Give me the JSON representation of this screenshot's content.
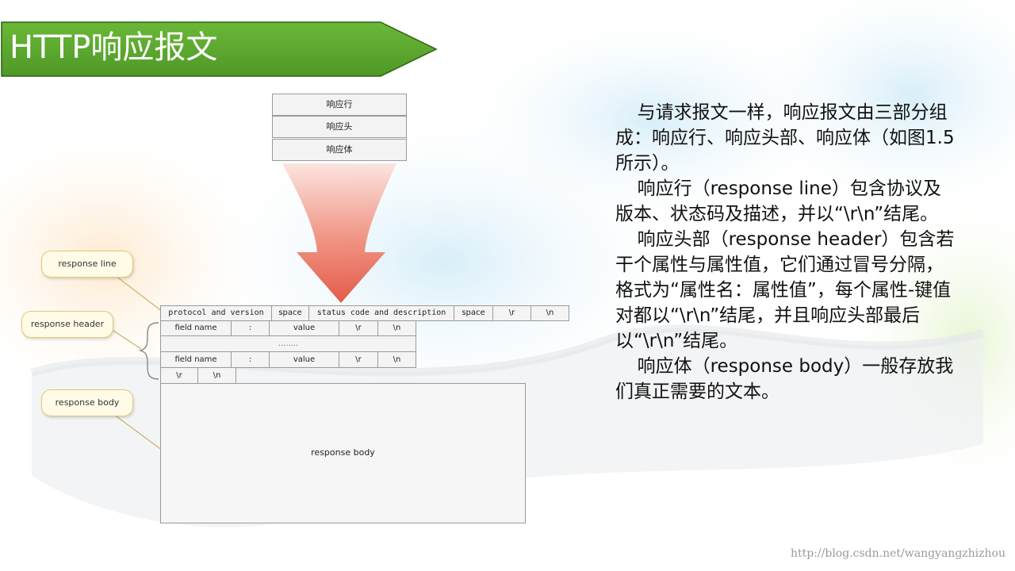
{
  "title": "HTTP响应报文",
  "colors": {
    "banner": "#5aa52c",
    "arrow": "#e8695a",
    "callout_border": "#e0c97a"
  },
  "diagram": {
    "stack": [
      "响应行",
      "响应头",
      "响应体"
    ],
    "status_line": [
      "protocol and version",
      "space",
      "status code and description",
      "space",
      "\\r",
      "\\n"
    ],
    "header_row_1": [
      "field name",
      ":",
      "value",
      "\\r",
      "\\n"
    ],
    "ellipsis": "........",
    "header_row_2": [
      "field name",
      ":",
      "value",
      "\\r",
      "\\n"
    ],
    "crlf_row": [
      "\\r",
      "\\n"
    ],
    "body_label": "response body",
    "callouts": {
      "response_line": "response line",
      "response_header": "response header",
      "response_body": "response body"
    }
  },
  "description": [
    "与请求报文一样，响应报文由三部分组成：响应行、响应头部、响应体（如图1.5所示）。",
    "响应行（response line）包含协议及版本、状态码及描述，并以“\\r\\n”结尾。",
    "响应头部（response header）包含若干个属性与属性值，它们通过冒号分隔，格式为“属性名：属性值”，每个属性-键值对都以“\\r\\n”结尾，并且响应头部最后以“\\r\\n”结尾。",
    "响应体（response body）一般存放我们真正需要的文本。"
  ],
  "footer_url": "http://blog.csdn.net/wangyangzhizhou"
}
